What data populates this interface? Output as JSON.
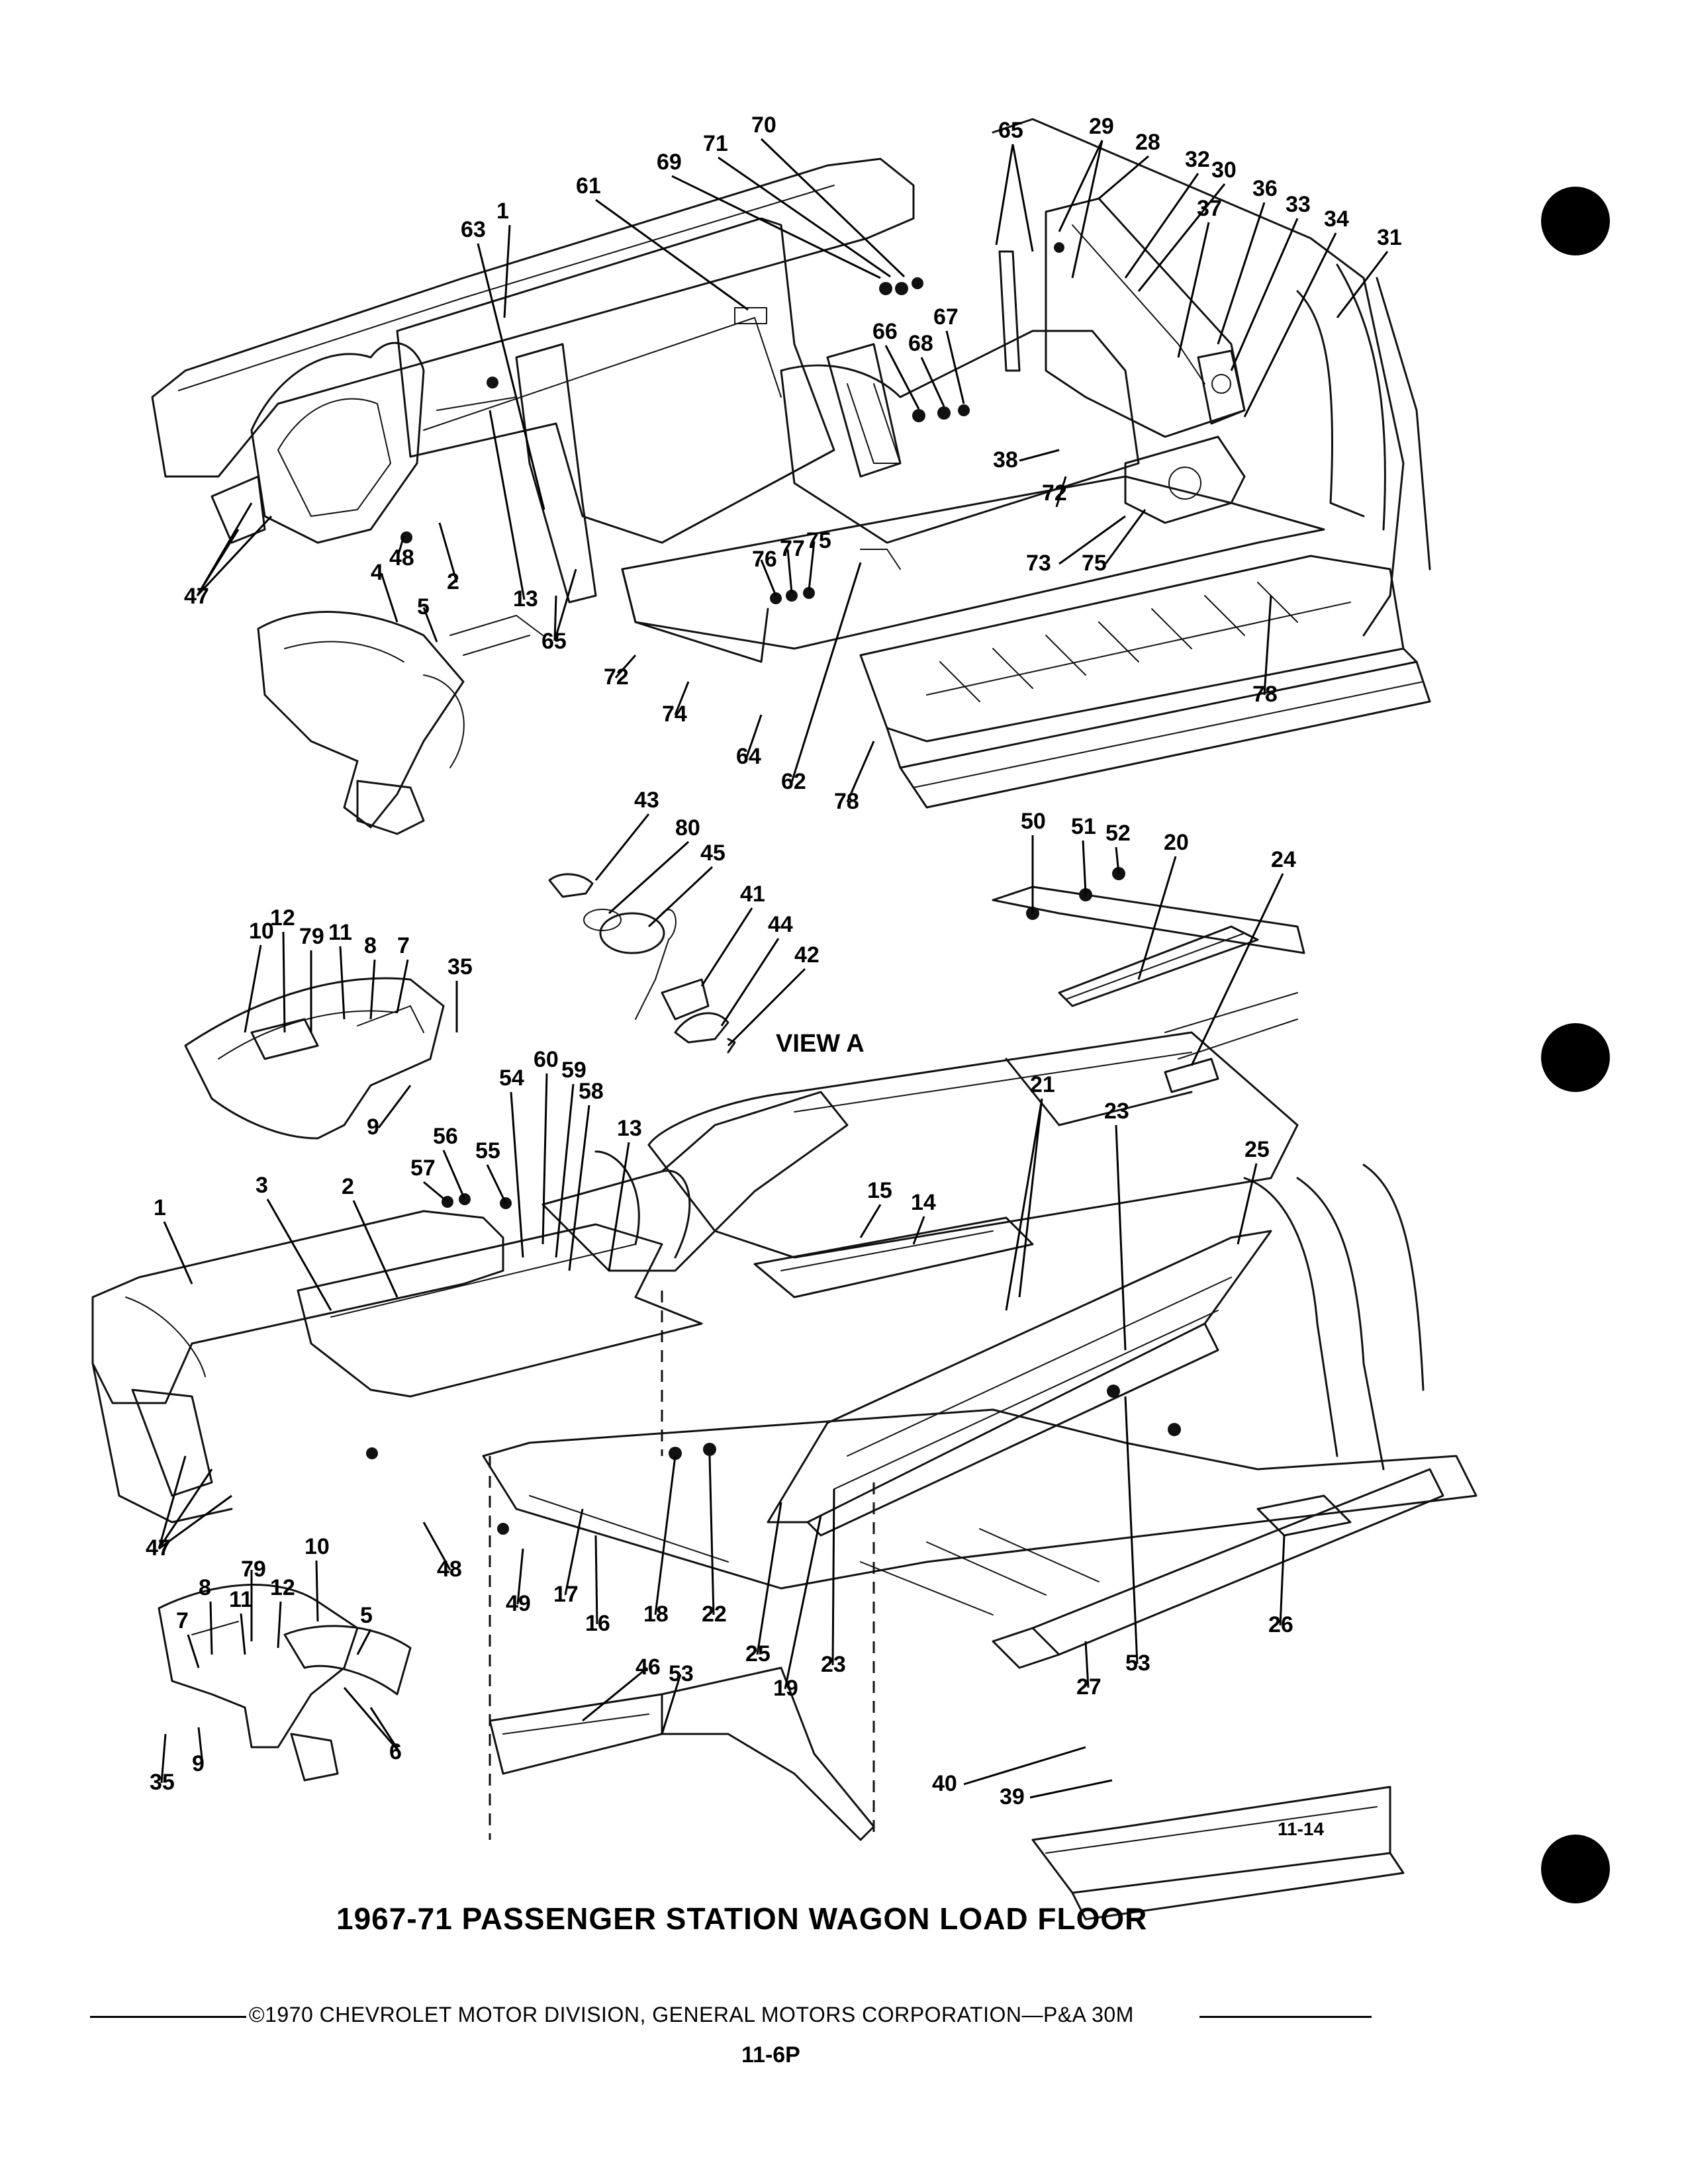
{
  "title": "1967-71 PASSENGER STATION WAGON LOAD FLOOR",
  "view_label": "VIEW A",
  "figure_number": "11-14",
  "footer": "©1970 CHEVROLET MOTOR DIVISION, GENERAL MOTORS CORPORATION—P&A 30M",
  "page_number": "11-6P",
  "callouts": [
    "1",
    "2",
    "3",
    "4",
    "5",
    "6",
    "7",
    "8",
    "9",
    "10",
    "11",
    "12",
    "13",
    "14",
    "15",
    "16",
    "17",
    "18",
    "19",
    "20",
    "21",
    "22",
    "23",
    "24",
    "25",
    "26",
    "27",
    "28",
    "29",
    "30",
    "31",
    "32",
    "33",
    "34",
    "35",
    "36",
    "37",
    "38",
    "39",
    "40",
    "41",
    "42",
    "43",
    "44",
    "45",
    "46",
    "47",
    "48",
    "49",
    "50",
    "51",
    "52",
    "53",
    "54",
    "55",
    "56",
    "57",
    "58",
    "59",
    "60",
    "61",
    "62",
    "63",
    "64",
    "65",
    "66",
    "67",
    "68",
    "69",
    "70",
    "71",
    "72",
    "73",
    "74",
    "75",
    "76",
    "77",
    "78",
    "79",
    "80"
  ]
}
